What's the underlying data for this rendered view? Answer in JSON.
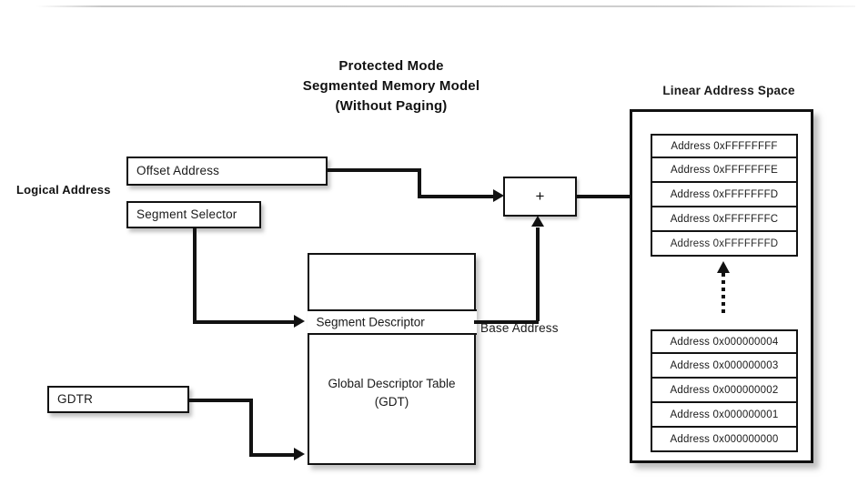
{
  "diagram": {
    "title_lines": [
      "Protected Mode",
      "Segmented Memory Model",
      "(Without Paging)"
    ],
    "labels": {
      "logical_address": "Logical Address",
      "base_address": "Base Address",
      "linear_address_space": "Linear Address Space"
    },
    "boxes": {
      "offset_address": "Offset Address",
      "segment_selector": "Segment Selector",
      "gdtr": "GDTR",
      "segment_descriptor": "Segment Descriptor",
      "gdt_name": "Global Descriptor Table",
      "gdt_abbrev": "(GDT)",
      "adder": "+"
    },
    "address_rows_top": [
      "Address  0xFFFFFFFF",
      "Address  0xFFFFFFFE",
      "Address  0xFFFFFFFD",
      "Address  0xFFFFFFFC",
      "Address  0xFFFFFFFD"
    ],
    "address_rows_bottom": [
      "Address  0x000000004",
      "Address  0x000000003",
      "Address  0x000000002",
      "Address  0x000000001",
      "Address  0x000000000"
    ],
    "colors": {
      "ink": "#121212",
      "paper": "#ffffff",
      "shadow": "rgba(125,125,125,0.45)"
    }
  }
}
